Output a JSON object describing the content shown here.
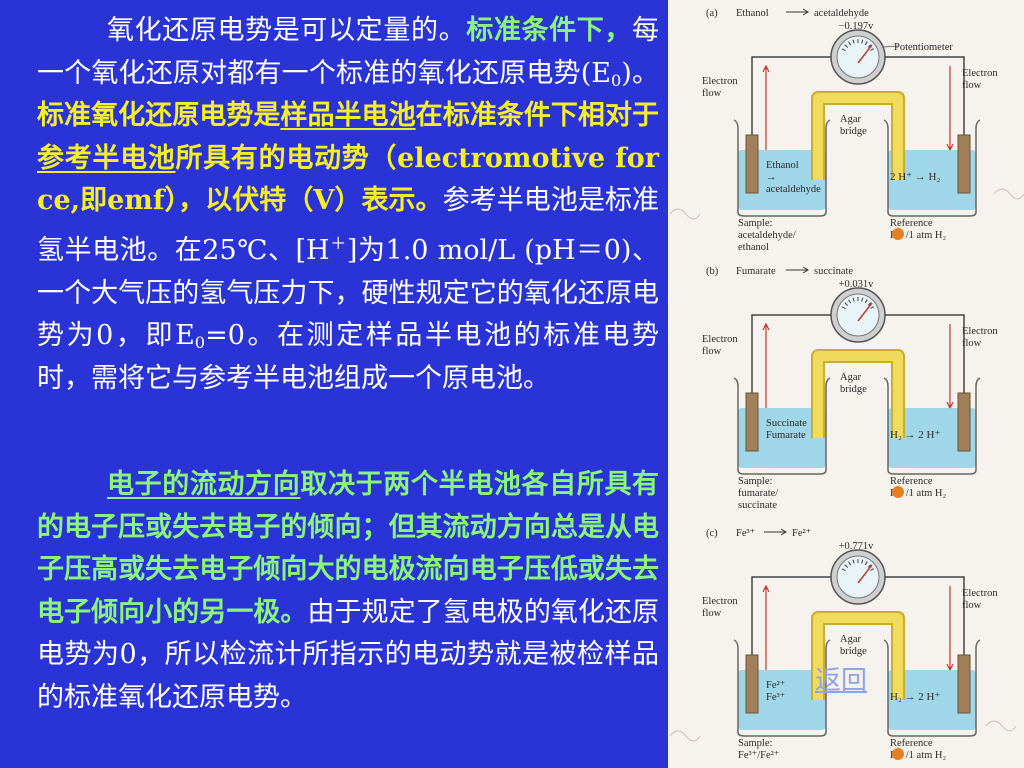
{
  "text": {
    "p1": [
      {
        "t": "氧化还原电势是可以定量的。",
        "s": "w"
      },
      {
        "t": "标准条件下，",
        "s": "g"
      },
      {
        "t": "每一个氧化还原对都有一个标准的氧化还原电势(E",
        "s": "w"
      },
      {
        "t": "0",
        "s": "wsub"
      },
      {
        "t": ")。",
        "s": "w"
      },
      {
        "t": "标准氧化还原电势是",
        "s": "y"
      },
      {
        "t": "样品半电池",
        "s": "yu"
      },
      {
        "t": "在标准条件下相对于",
        "s": "y"
      },
      {
        "t": "参考半电池",
        "s": "yu"
      },
      {
        "t": "所具有的电动势（electromotive force,即emf），以伏特（V）表示。",
        "s": "y"
      },
      {
        "t": "参考半电池是标准氢半电池。在25℃、[H",
        "s": "w"
      },
      {
        "t": "＋",
        "s": "wsup"
      },
      {
        "t": "]为1.0 mol/L (pH＝0)、一个大气压的氢气压力下，硬性规定它的氧化还原电势为0，即E",
        "s": "w"
      },
      {
        "t": "0",
        "s": "wsub"
      },
      {
        "t": "=0。在测定样品半电池的标准电势时，需将它与参考半电池组成一个原电池。",
        "s": "w"
      }
    ],
    "p2": [
      {
        "t": "电子的流动方向",
        "s": "gu"
      },
      {
        "t": "取决于两个半电池各自所具有的电子压或失去电子的倾向；但其流动方向总是从电子压高或失去电子倾向大的电极流向电子压低或失去电子倾向小的另一极。",
        "s": "g"
      },
      {
        "t": "由于规定了氢电极的氧化还原电势为0，所以检流计所指示的电动势就是被检样品的标准氧化还原电势。",
        "s": "w"
      }
    ]
  },
  "figure": {
    "a": {
      "tag": "(a)",
      "reaction_left": "Ethanol",
      "reaction_right": "acetaldehyde",
      "voltage": "−0.197v",
      "meter_label": "Potentiometer",
      "left_flow": "Electron\nflow",
      "right_flow": "Electron\nflow",
      "bridge": "Agar\nbridge",
      "left_solution": "Ethanol\n→\nacetaldehyde",
      "right_solution": "2 H⁺ → H₂",
      "sample": "Sample:\nacetaldehyde/\nethanol",
      "reference": "Reference\nH⁺ /1 atm H₂"
    },
    "b": {
      "tag": "(b)",
      "reaction_left": "Fumarate",
      "reaction_right": "succinate",
      "voltage": "+0.031v",
      "left_flow": "Electron\nflow",
      "right_flow": "Electron\nflow",
      "bridge": "Agar\nbridge",
      "left_solution": "Succinate\nFumarate",
      "right_solution": "H₂ → 2 H⁺",
      "sample": "Sample:\nfumarate/\nsuccinate",
      "reference": "Reference\nH⁺ /1 atm H₂"
    },
    "c": {
      "tag": "(c)",
      "reaction_left": "Fe³⁺",
      "reaction_right": "Fe²⁺",
      "voltage": "+0.771v",
      "left_flow": "Electron\nflow",
      "right_flow": "Electron\nflow",
      "bridge": "Agar\nbridge",
      "left_solution": "Fe²⁺\nFe³⁺",
      "right_solution": "H₂ → 2 H⁺",
      "sample": "Sample:\nFe³⁺/Fe²⁺",
      "reference": "Reference\nH⁺ /1 atm H₂"
    }
  },
  "nav": {
    "back": "返回"
  },
  "colors": {
    "panel": "#2a34d6",
    "green": "#8af57a",
    "yellow": "#f5ee28",
    "solution": "#8fd0e6",
    "bridge": "#f1db5c"
  }
}
